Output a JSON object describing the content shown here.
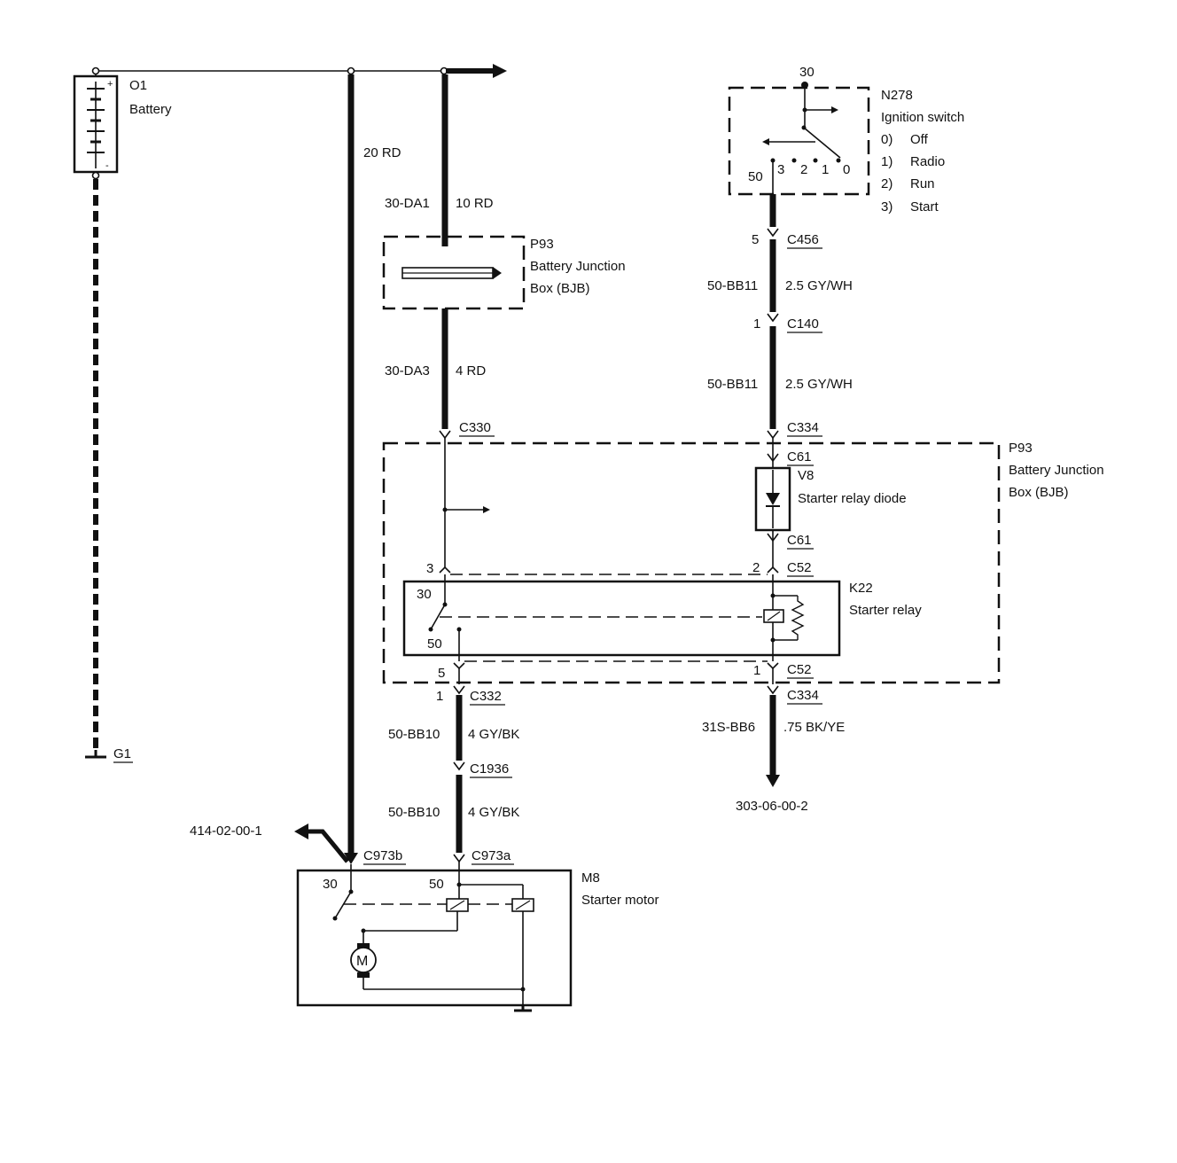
{
  "battery": {
    "id": "O1",
    "name": "Battery",
    "plus": "+",
    "minus": "-"
  },
  "ground": {
    "id": "G1"
  },
  "wire_main": {
    "label": "20 RD"
  },
  "wire_da1": {
    "code": "30-DA1",
    "spec": "10 RD"
  },
  "bjb_top": {
    "id": "P93",
    "name_line1": "Battery Junction",
    "name_line2": "Box (BJB)"
  },
  "wire_da3": {
    "code": "30-DA3",
    "spec": "4 RD"
  },
  "ignition": {
    "pin_top": "30",
    "id": "N278",
    "name": "Ignition switch",
    "positions": [
      {
        "num": "0)",
        "label": "Off"
      },
      {
        "num": "1)",
        "label": "Radio"
      },
      {
        "num": "2)",
        "label": "Run"
      },
      {
        "num": "3)",
        "label": "Start"
      }
    ],
    "pin_50": "50",
    "contacts": [
      "3",
      "2",
      "1",
      "0"
    ]
  },
  "conn_c456": {
    "pin": "5",
    "id": "C456"
  },
  "wire_bb11_a": {
    "code": "50-BB11",
    "spec": "2.5 GY/WH"
  },
  "conn_c140": {
    "pin": "1",
    "id": "C140"
  },
  "wire_bb11_b": {
    "code": "50-BB11",
    "spec": "2.5 GY/WH"
  },
  "conn_c330": {
    "id": "C330"
  },
  "conn_c334_top": {
    "id": "C334"
  },
  "bjb_main": {
    "id": "P93",
    "name_line1": "Battery Junction",
    "name_line2": "Box (BJB)"
  },
  "diode": {
    "conn_top": "C61",
    "id": "V8",
    "name": "Starter relay diode",
    "conn_bottom": "C61"
  },
  "relay": {
    "id": "K22",
    "name": "Starter relay",
    "pin_30": "30",
    "pin_50": "50",
    "pin_left_top": "3",
    "pin_right_top": "2",
    "conn_right_top": "C52",
    "pin_left_bottom": "5",
    "pin_right_bottom": "1",
    "conn_right_bottom": "C52"
  },
  "conn_c332": {
    "pin": "1",
    "id": "C332"
  },
  "conn_c334_bottom": {
    "id": "C334"
  },
  "wire_bb10_a": {
    "code": "50-BB10",
    "spec": "4 GY/BK"
  },
  "conn_c1936": {
    "id": "C1936"
  },
  "wire_bb10_b": {
    "code": "50-BB10",
    "spec": "4 GY/BK"
  },
  "wire_bb6": {
    "code": "31S-BB6",
    "spec": ".75 BK/YE"
  },
  "ref_ground": {
    "label": "303-06-00-2"
  },
  "ref_gen": {
    "label": "414-02-00-1"
  },
  "starter": {
    "conn_left": "C973b",
    "conn_right": "C973a",
    "id": "M8",
    "name": "Starter motor",
    "pin_30": "30",
    "pin_50": "50",
    "motor_symbol": "M"
  }
}
